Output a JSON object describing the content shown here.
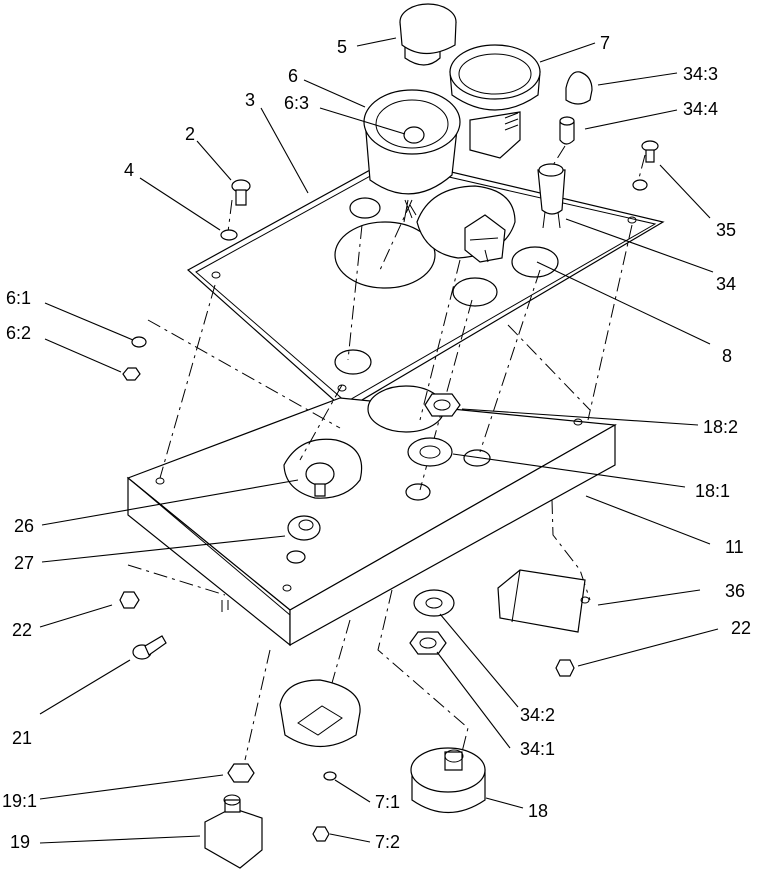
{
  "callouts": [
    {
      "id": "5",
      "text": "5"
    },
    {
      "id": "7",
      "text": "7"
    },
    {
      "id": "6",
      "text": "6"
    },
    {
      "id": "34:3",
      "text": "34:3"
    },
    {
      "id": "3",
      "text": "3"
    },
    {
      "id": "6:3",
      "text": "6:3"
    },
    {
      "id": "34:4",
      "text": "34:4"
    },
    {
      "id": "2",
      "text": "2"
    },
    {
      "id": "4",
      "text": "4"
    },
    {
      "id": "35",
      "text": "35"
    },
    {
      "id": "34",
      "text": "34"
    },
    {
      "id": "6:1",
      "text": "6:1"
    },
    {
      "id": "6:2",
      "text": "6:2"
    },
    {
      "id": "8",
      "text": "8"
    },
    {
      "id": "18:2",
      "text": "18:2"
    },
    {
      "id": "18:1",
      "text": "18:1"
    },
    {
      "id": "11",
      "text": "11"
    },
    {
      "id": "26",
      "text": "26"
    },
    {
      "id": "27",
      "text": "27"
    },
    {
      "id": "36",
      "text": "36"
    },
    {
      "id": "22a",
      "text": "22"
    },
    {
      "id": "22b",
      "text": "22"
    },
    {
      "id": "21",
      "text": "21"
    },
    {
      "id": "34:2",
      "text": "34:2"
    },
    {
      "id": "34:1",
      "text": "34:1"
    },
    {
      "id": "19:1",
      "text": "19:1"
    },
    {
      "id": "7:1",
      "text": "7:1"
    },
    {
      "id": "18",
      "text": "18"
    },
    {
      "id": "19",
      "text": "19"
    },
    {
      "id": "7:2",
      "text": "7:2"
    }
  ]
}
